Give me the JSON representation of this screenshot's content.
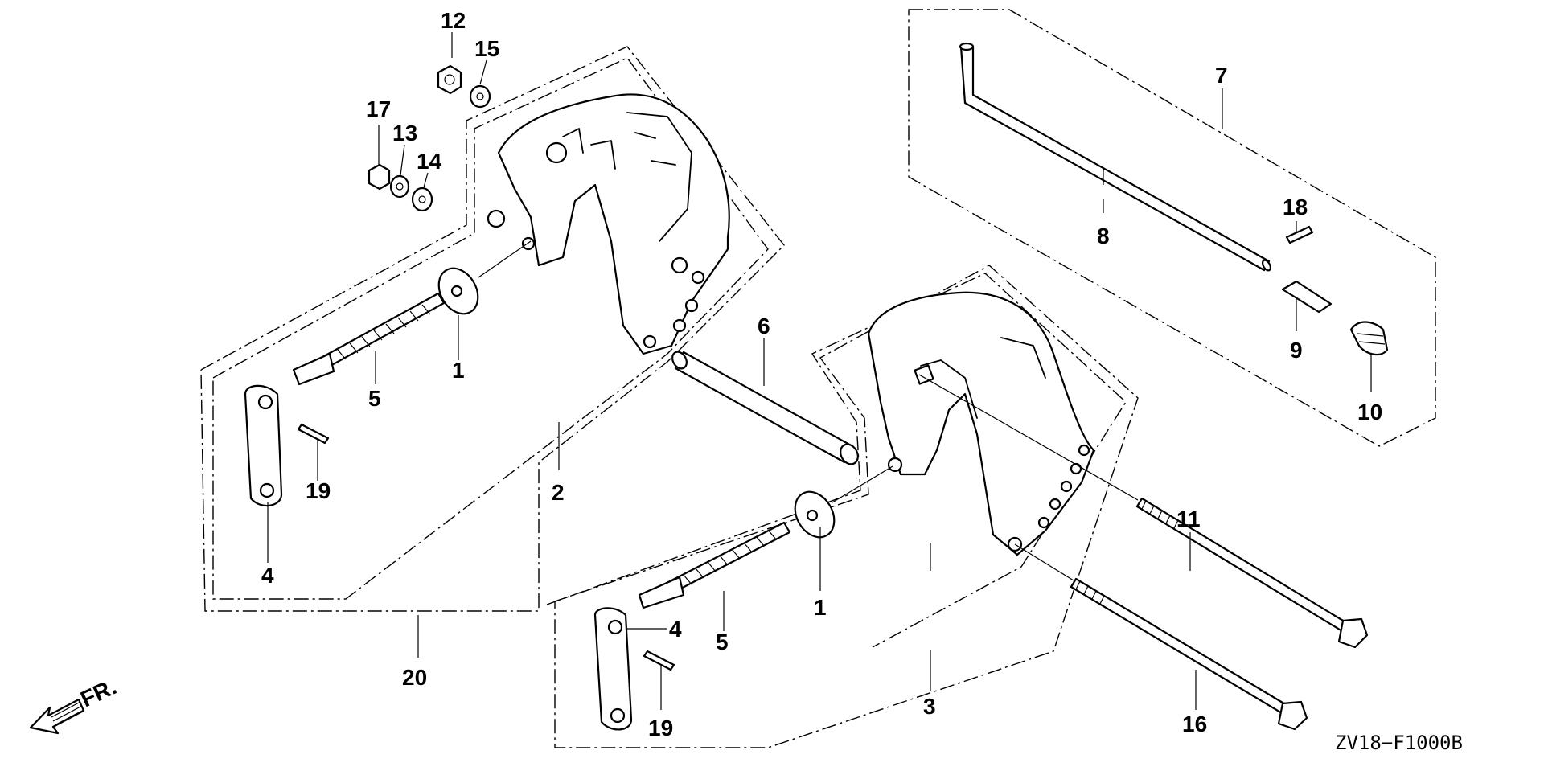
{
  "diagram": {
    "code": "ZV18−F1000B",
    "direction": "FR.",
    "callouts": {
      "c1a": "1",
      "c1b": "1",
      "c2": "2",
      "c3": "3",
      "c4a": "4",
      "c4b": "4",
      "c5a": "5",
      "c5b": "5",
      "c6": "6",
      "c7": "7",
      "c8": "8",
      "c9": "9",
      "c10": "10",
      "c11": "11",
      "c12": "12",
      "c13": "13",
      "c14": "14",
      "c15": "15",
      "c16": "16",
      "c17": "17",
      "c18": "18",
      "c19a": "19",
      "c19b": "19",
      "c20": "20"
    }
  }
}
